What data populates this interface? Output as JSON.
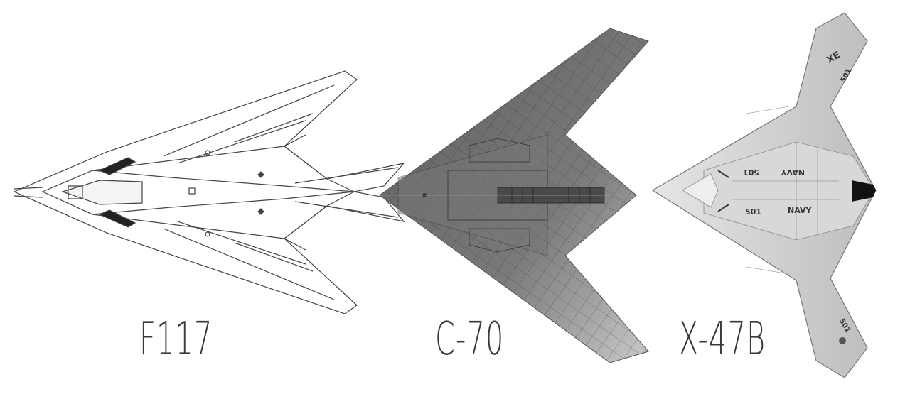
{
  "aircraft": [
    {
      "name": "F117"
    },
    {
      "name": "C-70"
    },
    {
      "name": "X-47B"
    }
  ],
  "x47_markings": {
    "navy": "NAVY",
    "number": "501",
    "tail_letters": "XE"
  },
  "colors": {
    "background": "#ffffff",
    "f117_line": "#444444",
    "c70_fill": "#6b6b6b",
    "x47_fill": "#cfcfcf",
    "label": "#3a3a3a"
  }
}
